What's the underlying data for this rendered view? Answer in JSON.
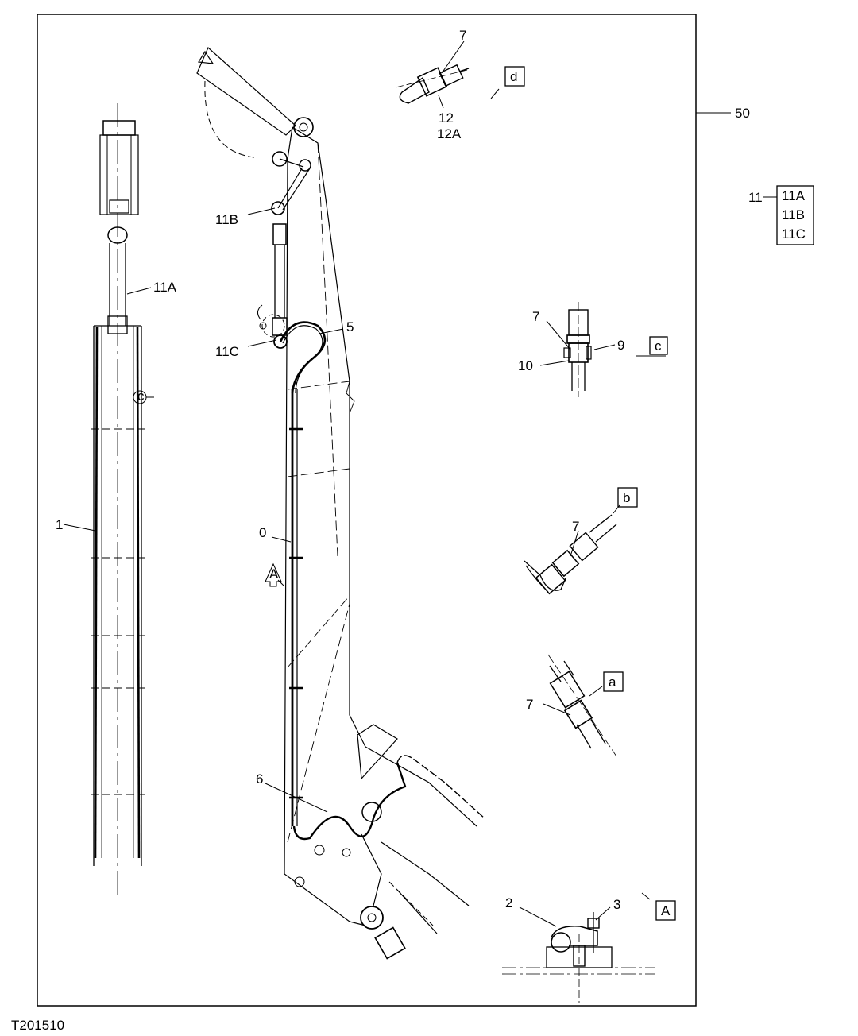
{
  "figure_id": "T201510",
  "callouts": {
    "c50": "50",
    "c11": "11",
    "c11a_box": "11A",
    "c11b_box": "11B",
    "c11c_box": "11C",
    "c11a": "11A",
    "c11b": "11B",
    "c11c": "11C",
    "c1": "1",
    "c0": "0",
    "c5": "5",
    "c6": "6",
    "c7_d": "7",
    "c12": "12",
    "c12a": "12A",
    "c7_c": "7",
    "c9": "9",
    "c10": "10",
    "c7_b": "7",
    "c7_a": "7",
    "c2": "2",
    "c3": "3"
  },
  "view_tags": {
    "d": "d",
    "c": "c",
    "b": "b",
    "a": "a",
    "A": "A",
    "A_arrow": "A",
    "c_small": "c"
  }
}
